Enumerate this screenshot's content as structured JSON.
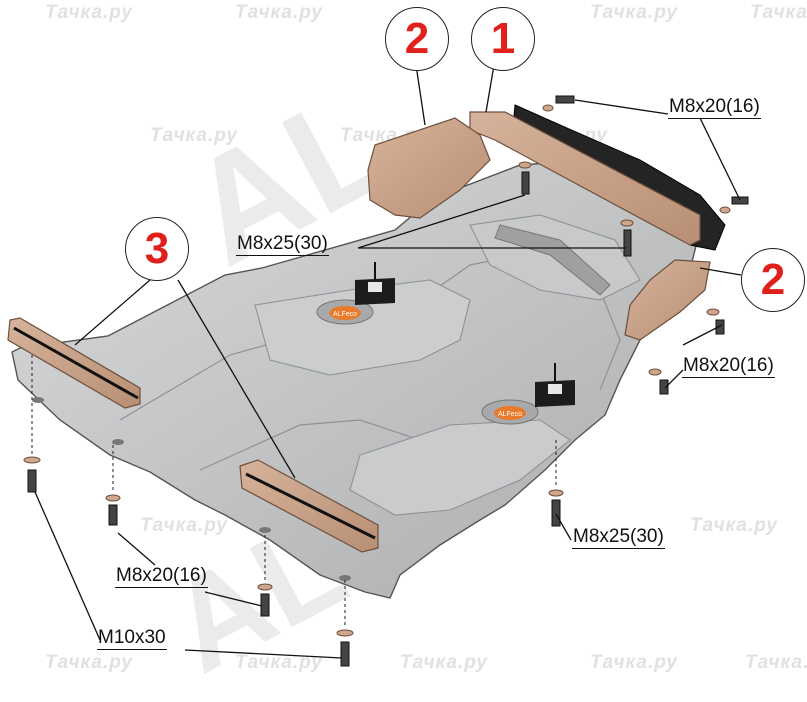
{
  "watermark": {
    "text": "Тачка.ру",
    "brand": "AL"
  },
  "callouts": [
    {
      "id": "c2-left",
      "number": "2"
    },
    {
      "id": "c1",
      "number": "1"
    },
    {
      "id": "c3",
      "number": "3"
    },
    {
      "id": "c2-right",
      "number": "2"
    }
  ],
  "labels": {
    "bolt_top_right": "M8x20(16)",
    "bolt_center": "M8x25(30)",
    "bolt_right_middle": "M8x20(16)",
    "bolt_bottom_right": "M8x25(30)",
    "bolt_bottom_left": "M8x20(16)",
    "bolt_bottom": "M10x30"
  },
  "plate_logo": "ALFeco",
  "colors": {
    "callout_number": "#e0201b",
    "plate": "#c4c6c8",
    "bracket": "#c9a48c",
    "steel": "#222222"
  }
}
